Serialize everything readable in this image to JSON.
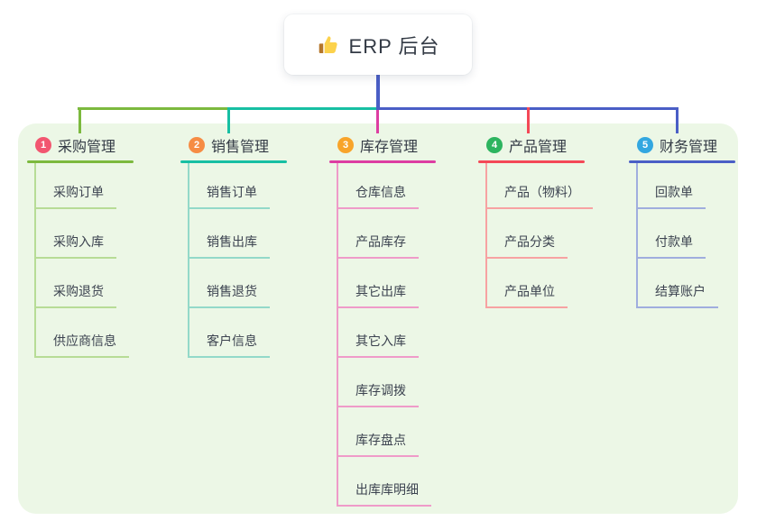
{
  "root": {
    "label": "ERP 后台",
    "icon": "thumbs-up-icon"
  },
  "colors": {
    "panel_bg": "#ecf7e6",
    "root_connector": "#4a5ec6"
  },
  "branches": [
    {
      "badge": "1",
      "label": "采购管理",
      "badge_color": "#f25670",
      "line_color": "#7cb93e",
      "child_line_color": "#b7dc96",
      "children": [
        "采购订单",
        "采购入库",
        "采购退货",
        "供应商信息"
      ]
    },
    {
      "badge": "2",
      "label": "销售管理",
      "badge_color": "#f68c44",
      "line_color": "#17bfa3",
      "child_line_color": "#93d9c9",
      "children": [
        "销售订单",
        "销售出库",
        "销售退货",
        "客户信息"
      ]
    },
    {
      "badge": "3",
      "label": "库存管理",
      "badge_color": "#f8a42a",
      "line_color": "#dd3da2",
      "child_line_color": "#ef9bc9",
      "children": [
        "仓库信息",
        "产品库存",
        "其它出库",
        "其它入库",
        "库存调拨",
        "库存盘点",
        "出库库明细"
      ]
    },
    {
      "badge": "4",
      "label": "产品管理",
      "badge_color": "#2db45f",
      "line_color": "#f44857",
      "child_line_color": "#f7a2a2",
      "children": [
        "产品（物料）",
        "产品分类",
        "产品单位"
      ]
    },
    {
      "badge": "5",
      "label": "财务管理",
      "badge_color": "#33a7e0",
      "line_color": "#4a5ec6",
      "child_line_color": "#a0aede",
      "children": [
        "回款单",
        "付款单",
        "结算账户"
      ]
    }
  ]
}
